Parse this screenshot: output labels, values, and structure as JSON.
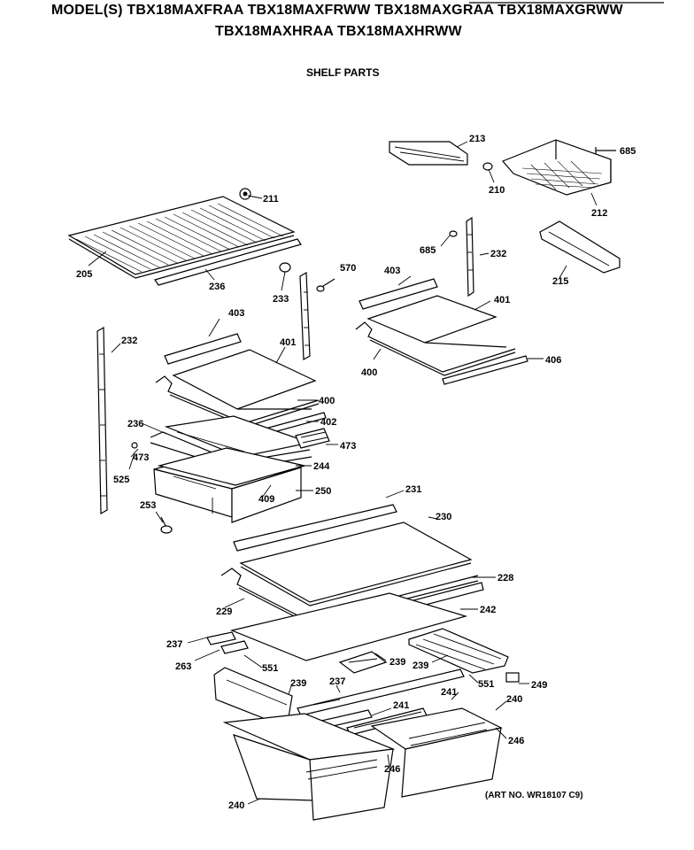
{
  "header": {
    "models_line1": "MODEL(S) TBX18MAXFRAA  TBX18MAXFRWW  TBX18MAXGRAA  TBX18MAXGRWW",
    "models_line2": "TBX18MAXHRAA  TBX18MAXHRWW"
  },
  "subtitle": "SHELF PARTS",
  "art_number": "(ART NO. WR18107 C9)",
  "callouts": {
    "c685_top": "685",
    "c213": "213",
    "c210": "210",
    "c212": "212",
    "c211": "211",
    "c205": "205",
    "c236_top": "236",
    "c570": "570",
    "c233": "233",
    "c685_mid": "685",
    "c232_right": "232",
    "c215": "215",
    "c403_right": "403",
    "c401_right": "401",
    "c400_right": "400",
    "c406": "406",
    "c403_left": "403",
    "c232_left": "232",
    "c401_left": "401",
    "c400_left": "400",
    "c402": "402",
    "c236_mid": "236",
    "c473_right": "473",
    "c473_left": "473",
    "c244": "244",
    "c525": "525",
    "c250": "250",
    "c409": "409",
    "c253": "253",
    "c231": "231",
    "c230": "230",
    "c228": "228",
    "c229": "229",
    "c242": "242",
    "c237_left": "237",
    "c263": "263",
    "c551_left": "551",
    "c239_center": "239",
    "c239_right": "239",
    "c249": "249",
    "c551_right": "551",
    "c239_left": "239",
    "c237_mid": "237",
    "c241_right": "241",
    "c241_mid": "241",
    "c240_right": "240",
    "c246_right": "246",
    "c246_mid": "246",
    "c240_left": "240"
  }
}
